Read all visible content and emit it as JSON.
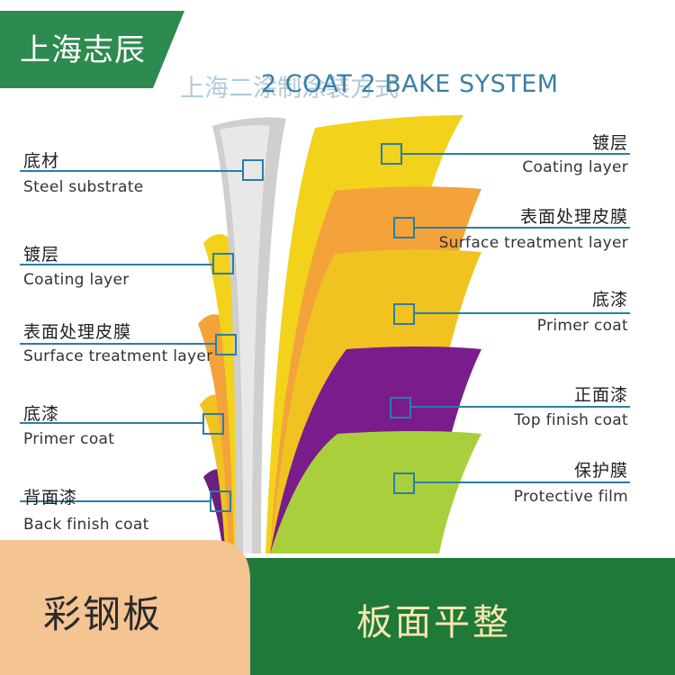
{
  "brand": {
    "label": "上海志辰",
    "color": "#2e8b4f"
  },
  "title": {
    "zh": "上海二涂制涂装方式",
    "en": "2 COAT 2 BAKE SYSTEM",
    "color": "#3b7fa6"
  },
  "left_labels": [
    {
      "zh": "底材",
      "en": "Steel substrate"
    },
    {
      "zh": "镀层",
      "en": "Coating  layer"
    },
    {
      "zh": "表面处理皮膜",
      "en": "Surface treatment layer"
    },
    {
      "zh": "底漆",
      "en": "Primer  coat"
    },
    {
      "zh": "背面漆",
      "en": "Back  finish  coat"
    }
  ],
  "right_labels": [
    {
      "zh": "镀层",
      "en": "Coating  layer"
    },
    {
      "zh": "表面处理皮膜",
      "en": "Surface treatment layer"
    },
    {
      "zh": "底漆",
      "en": "Primer  coat"
    },
    {
      "zh": "正面漆",
      "en": "Top  finish  coat"
    },
    {
      "zh": "保护膜",
      "en": "Protective  film"
    }
  ],
  "layer_colors": {
    "steel": "#cfcfcf",
    "coating": "#f2d21b",
    "treatment": "#f3a33a",
    "primer": "#f0c320",
    "top_finish": "#7a1c8c",
    "protective": "#a9cf3d",
    "back_finish": "#6c1f7d"
  },
  "footer": {
    "left_label": "彩钢板",
    "right_label": "板面平整",
    "green": "#1f7a3a",
    "peach": "#f4c493"
  }
}
